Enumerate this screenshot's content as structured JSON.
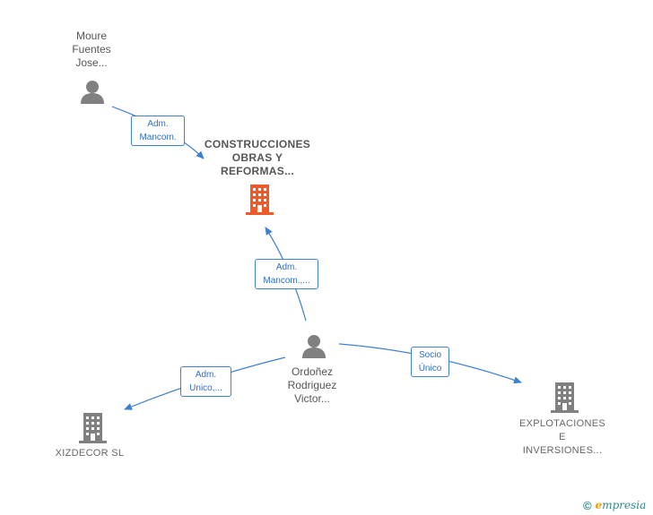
{
  "colors": {
    "edge": "#3d7fd3",
    "person_icon": "#808080",
    "company_icon": "#808080",
    "main_company_icon": "#f05a28",
    "brand": "#2a8a8a",
    "brand_accent": "#f29a00"
  },
  "nodes": {
    "person_moure": {
      "type": "person",
      "label_lines": [
        "Moure",
        "Fuentes",
        "Jose..."
      ],
      "icon": "person-icon"
    },
    "company_construcciones": {
      "type": "company",
      "main": true,
      "label_lines": [
        "CONSTRUCCIONES",
        "OBRAS Y",
        "REFORMAS..."
      ],
      "icon": "building-icon"
    },
    "person_ordonez": {
      "type": "person",
      "label_lines": [
        "Ordoñez",
        "Rodriguez",
        "Victor..."
      ],
      "icon": "person-icon"
    },
    "company_xizdecor": {
      "type": "company",
      "label_lines": [
        "XIZDECOR SL"
      ],
      "icon": "building-icon"
    },
    "company_explotaciones": {
      "type": "company",
      "label_lines": [
        "EXPLOTACIONES",
        "E",
        "INVERSIONES..."
      ],
      "icon": "building-icon"
    }
  },
  "edges": [
    {
      "from": "person_moure",
      "to": "company_construcciones",
      "label_lines": [
        "Adm.",
        "Mancom."
      ]
    },
    {
      "from": "person_ordonez",
      "to": "company_construcciones",
      "label_lines": [
        "Adm.",
        "Mancom.,..."
      ]
    },
    {
      "from": "person_ordonez",
      "to": "company_xizdecor",
      "label_lines": [
        "Adm.",
        "Unico,..."
      ]
    },
    {
      "from": "person_ordonez",
      "to": "company_explotaciones",
      "label_lines": [
        "Socio",
        "Único"
      ]
    }
  ],
  "brand": {
    "copyright_symbol": "©",
    "name_initial": "e",
    "name_rest": "mpresia"
  }
}
